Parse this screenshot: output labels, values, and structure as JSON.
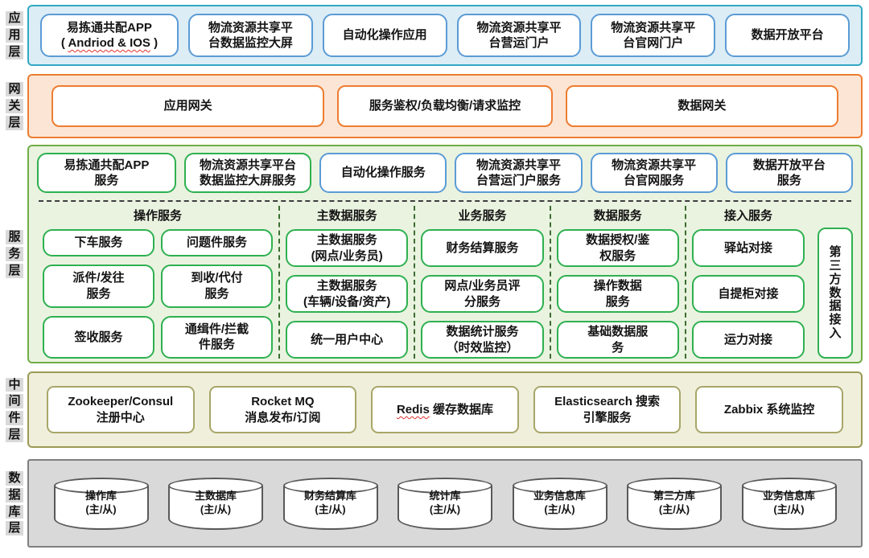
{
  "colors": {
    "app_border": "#31a8c4",
    "app_fill": "#dcedf6",
    "app_box_border": "#5b9bd5",
    "gateway_border": "#ed7d31",
    "gateway_fill": "#fce5d4",
    "service_border": "#70ad47",
    "service_fill": "#eaf3e0",
    "service_box_green": "#2eb050",
    "service_box_blue": "#5b9bd5",
    "middleware_border": "#9b9a55",
    "middleware_fill": "#f0efdc",
    "database_fill": "#d9d9d9",
    "database_border": "#7f7f7f",
    "wavy_underline": "#e0312f"
  },
  "app_layer": {
    "label": "应用层",
    "box1": {
      "line1": "易拣通共配APP",
      "open": "( ",
      "wavy": "Andriod & IOS",
      "close": " )"
    },
    "boxes": [
      "物流资源共享平\n台数据监控大屏",
      "自动化操作应用",
      "物流资源共享平\n台营运门户",
      "物流资源共享平\n台官网门户",
      "数据开放平台"
    ]
  },
  "gateway_layer": {
    "label": "网关层",
    "boxes": [
      "应用网关",
      "服务鉴权/负载均衡/请求监控",
      "数据网关"
    ]
  },
  "service_layer": {
    "label": "服务层",
    "top_boxes": [
      "易拣通共配APP\n服务",
      "物流资源共享平台\n数据监控大屏服务",
      "自动化操作服务",
      "物流资源共享平\n台营运门户服务",
      "物流资源共享平\n台官网服务",
      "数据开放平台\n服务"
    ],
    "groups": [
      {
        "title": "操作服务",
        "items": [
          "下车服务",
          "问题件服务",
          "派件/发往\n服务",
          "到收/代付\n服务",
          "签收服务",
          "通缉件/拦截\n件服务"
        ]
      },
      {
        "title": "主数据服务",
        "items": [
          "主数据服务\n(网点/业务员)",
          "主数据服务\n(车辆/设备/资产)",
          "统一用户中心"
        ]
      },
      {
        "title": "业务服务",
        "items": [
          "财务结算服务",
          "网点/业务员评\n分服务",
          "数据统计服务\n（时效监控）"
        ]
      },
      {
        "title": "数据服务",
        "items": [
          "数据授权/鉴\n权服务",
          "操作数据\n服务",
          "基础数据服\n务"
        ]
      },
      {
        "title": "接入服务",
        "items": [
          "驿站对接",
          "自提柜对接",
          "运力对接"
        ]
      }
    ],
    "side_box": "第三方数据接入"
  },
  "middleware_layer": {
    "label": "中间件层",
    "boxes": [
      "Zookeeper/Consul\n注册中心",
      "Rocket MQ\n消息发布/订阅",
      "Elasticsearch 搜索\n引擎服务",
      "Zabbix 系统监控"
    ],
    "redis_box": {
      "wavy": "Redis",
      "rest": " 缓存数据库"
    }
  },
  "database_layer": {
    "label": "数据库层",
    "databases": [
      "操作库\n(主/从)",
      "主数据库\n(主/从)",
      "财务结算库\n(主/从)",
      "统计库\n(主/从)",
      "业务信息库\n(主/从)",
      "第三方库\n(主/从)",
      "业务信息库\n(主/从)"
    ]
  }
}
